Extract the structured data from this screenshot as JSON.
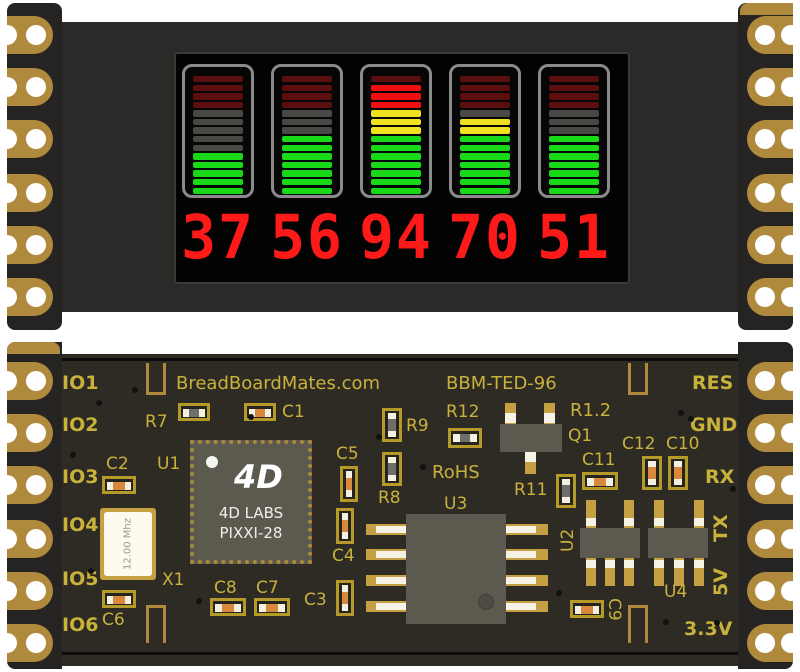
{
  "display": {
    "gauges": [
      {
        "value": "37",
        "bars": [
          "darkred",
          "darkred",
          "darkred",
          "darkred",
          "gray",
          "gray",
          "gray",
          "gray",
          "gray",
          "green",
          "green",
          "green",
          "green",
          "green"
        ]
      },
      {
        "value": "56",
        "bars": [
          "darkred",
          "darkred",
          "darkred",
          "darkred",
          "gray",
          "gray",
          "gray",
          "green",
          "green",
          "green",
          "green",
          "green",
          "green",
          "green"
        ]
      },
      {
        "value": "94",
        "bars": [
          "darkred",
          "red",
          "red",
          "red",
          "yellow",
          "yellow",
          "yellow",
          "green",
          "green",
          "green",
          "green",
          "green",
          "green",
          "green"
        ]
      },
      {
        "value": "70",
        "bars": [
          "darkred",
          "darkred",
          "darkred",
          "darkred",
          "gray",
          "yellow",
          "yellow",
          "green",
          "green",
          "green",
          "green",
          "green",
          "green",
          "green"
        ]
      },
      {
        "value": "51",
        "bars": [
          "darkred",
          "darkred",
          "darkred",
          "darkred",
          "gray",
          "gray",
          "gray",
          "green",
          "green",
          "green",
          "green",
          "green",
          "green",
          "green"
        ]
      }
    ],
    "colors": {
      "digit": "#ff1a1a",
      "green": "#18d818",
      "yellow": "#f0e020",
      "red": "#ee1010"
    }
  },
  "pcb": {
    "website": "BreadBoardMates.com",
    "model": "BBM-TED-96",
    "rohs": "RoHS",
    "revision": "R1.2",
    "mcu": {
      "brand": "4D LABS",
      "part": "PIXXI-28",
      "ref": "U1"
    },
    "crystal": {
      "label": "12.00 Mhz",
      "ref": "X1"
    },
    "left_pins": [
      "IO1",
      "IO2",
      "IO3",
      "IO4",
      "IO5",
      "IO6"
    ],
    "right_pins": [
      "RES",
      "GND",
      "RX",
      "TX",
      "5V",
      "3.3V"
    ],
    "refs": {
      "r7": "R7",
      "c1": "C1",
      "c2": "C2",
      "c6": "C6",
      "c8": "C8",
      "c7": "C7",
      "c5": "C5",
      "c4": "C4",
      "c3": "C3",
      "r9": "R9",
      "r8": "R8",
      "r12": "R12",
      "q1": "Q1",
      "u3": "U3",
      "r11": "R11",
      "c11": "C11",
      "c12": "C12",
      "c10": "C10",
      "u2": "U2",
      "u4": "U4",
      "c9": "C9"
    }
  }
}
